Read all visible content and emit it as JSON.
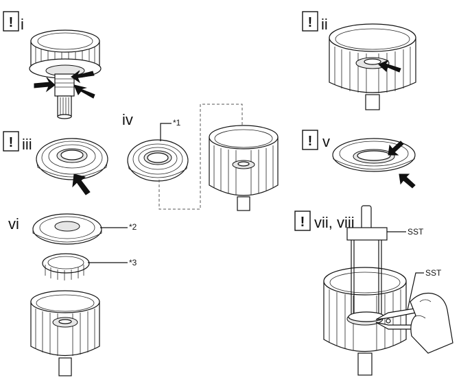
{
  "steps": [
    {
      "id": "i",
      "label": "i",
      "icon": "warning-icon"
    },
    {
      "id": "ii",
      "label": "ii",
      "icon": "warning-icon"
    },
    {
      "id": "iii",
      "label": "iii",
      "icon": "warning-icon"
    },
    {
      "id": "iv",
      "label": "iv"
    },
    {
      "id": "v",
      "label": "v",
      "icon": "warning-icon"
    },
    {
      "id": "vi",
      "label": "vi"
    },
    {
      "id": "vii_viii",
      "label": "vii, viii",
      "icon": "warning-icon"
    }
  ],
  "warning_symbol": "!",
  "callouts": {
    "c1": "*1",
    "c2": "*2",
    "c3": "*3",
    "sst1": "SST",
    "sst2": "SST"
  },
  "colors": {
    "ink": "#111111",
    "background": "#ffffff",
    "fill": "#e6e6e6"
  }
}
